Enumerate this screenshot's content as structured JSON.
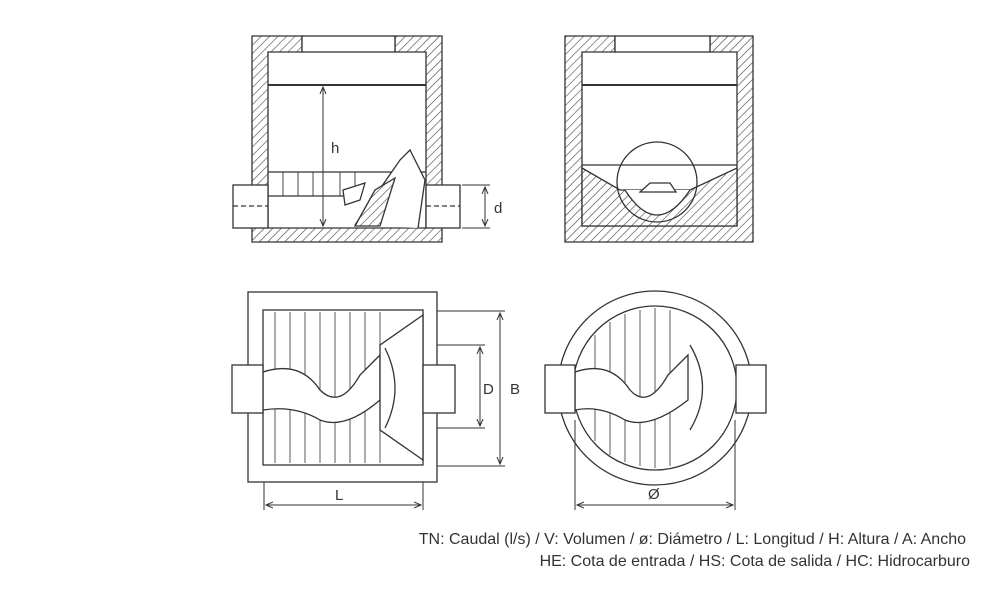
{
  "diagram": {
    "labels": {
      "h": "h",
      "d": "d",
      "D": "D",
      "B": "B",
      "L": "L",
      "diameter": "Ø"
    }
  },
  "legend": {
    "line1": "TN: Caudal (l/s) / V: Volumen / ø: Diámetro / L: Longitud / H: Altura / A: Ancho",
    "line2": "HE: Cota de entrada / HS: Cota de salida / HC: Hidrocarburo"
  }
}
